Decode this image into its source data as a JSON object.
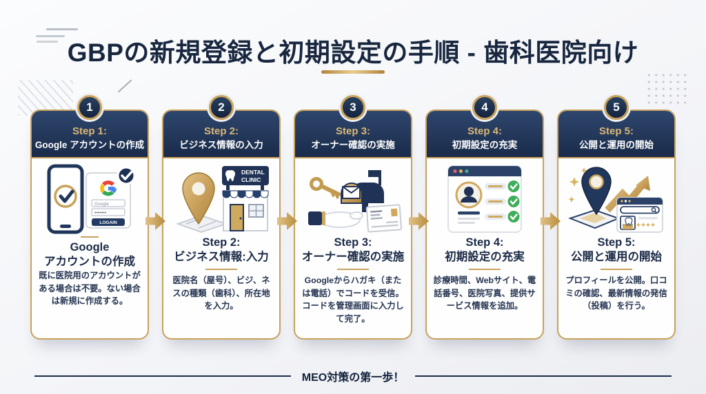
{
  "page": {
    "title": "GBPの新規登録と初期設定の手順 - 歯科医院向け",
    "footer": "MEO対策の第一歩！"
  },
  "colors": {
    "navy": "#1C2B4A",
    "gold": "#C8A25C",
    "background": "#F4F5F8",
    "check_green": "#3FAE5A",
    "google_blue": "#4285F4",
    "google_red": "#EA4335",
    "google_yellow": "#FBBC05",
    "google_green": "#34A853"
  },
  "cards": [
    {
      "number": "1",
      "header_step": "Step 1:",
      "header_title": "Google アカウントの作成",
      "title_line1": "Google",
      "title_line2": "アカウントの作成",
      "description": "既に医院用のアカウントがある場合は不要。ない場合は新規に作成する。",
      "illustration": {
        "name": "phone-google-login",
        "input_value": "Google",
        "password_dots": "•••••••",
        "button_label": "LOGAIN"
      }
    },
    {
      "number": "2",
      "header_step": "Step 2:",
      "header_title": "ビジネス情報の入力",
      "title_line1": "Step 2:",
      "title_line2": "ビジネス情報:入力",
      "description": "医院名（屋号）、ビジ、ネスの種類（歯科）、所在地を入力。",
      "illustration": {
        "name": "map-pin-dental-clinic",
        "sign_line1": "DENTAL",
        "sign_line2": "CLINIC"
      }
    },
    {
      "number": "3",
      "header_step": "Step 3:",
      "header_title": "オーナー確認の実施",
      "title_line1": "Step 3:",
      "title_line2": "オーナー確認の実施",
      "description": "Googleからハガキ（または電話）でコードを受信。コードを管理画面に入力して完了。",
      "illustration": {
        "name": "mailbox-verification-code"
      }
    },
    {
      "number": "4",
      "header_step": "Step 4:",
      "header_title": "初期設定の充実",
      "title_line1": "Step 4:",
      "title_line2": "初期設定の充実",
      "description": "診療時間、Webサイト、電話番号、医院写真、提供サービス情報を追加。",
      "illustration": {
        "name": "profile-checklist-browser"
      }
    },
    {
      "number": "5",
      "header_step": "Step 5:",
      "header_title": "公開と運用の開始",
      "title_line1": "Step 5:",
      "title_line2": "公開と運用の開始",
      "description": "プロフィールを公開。口コミの確認、最新情報の発信（投稿）を行う。",
      "illustration": {
        "name": "map-pin-growth-browser"
      }
    }
  ]
}
